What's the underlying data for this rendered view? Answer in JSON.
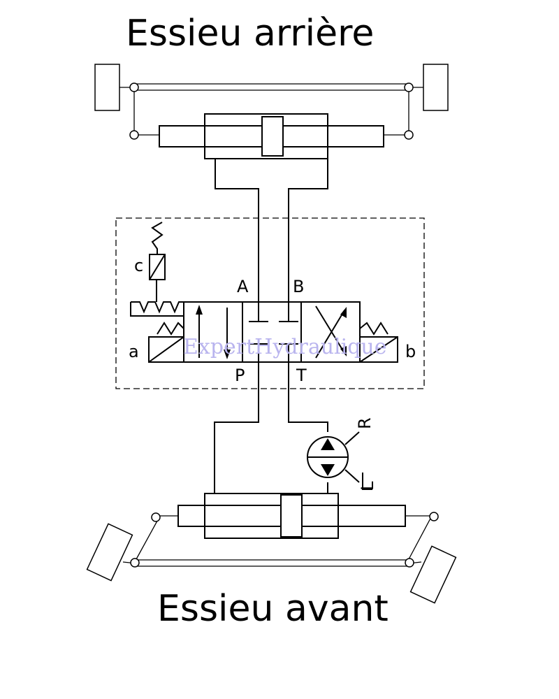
{
  "titles": {
    "rear_axle": "Essieu arrière",
    "front_axle": "Essieu avant"
  },
  "valve": {
    "port_a": "A",
    "port_b": "B",
    "port_p": "P",
    "port_t": "T",
    "solenoid_a": "a",
    "solenoid_b": "b",
    "solenoid_c": "c"
  },
  "steering_unit": {
    "port_r": "R",
    "port_l": "L"
  },
  "watermark": "ExpertHydraulique",
  "colors": {
    "line": "#000000",
    "watermark": "#b9b4ee",
    "background": "#ffffff"
  }
}
